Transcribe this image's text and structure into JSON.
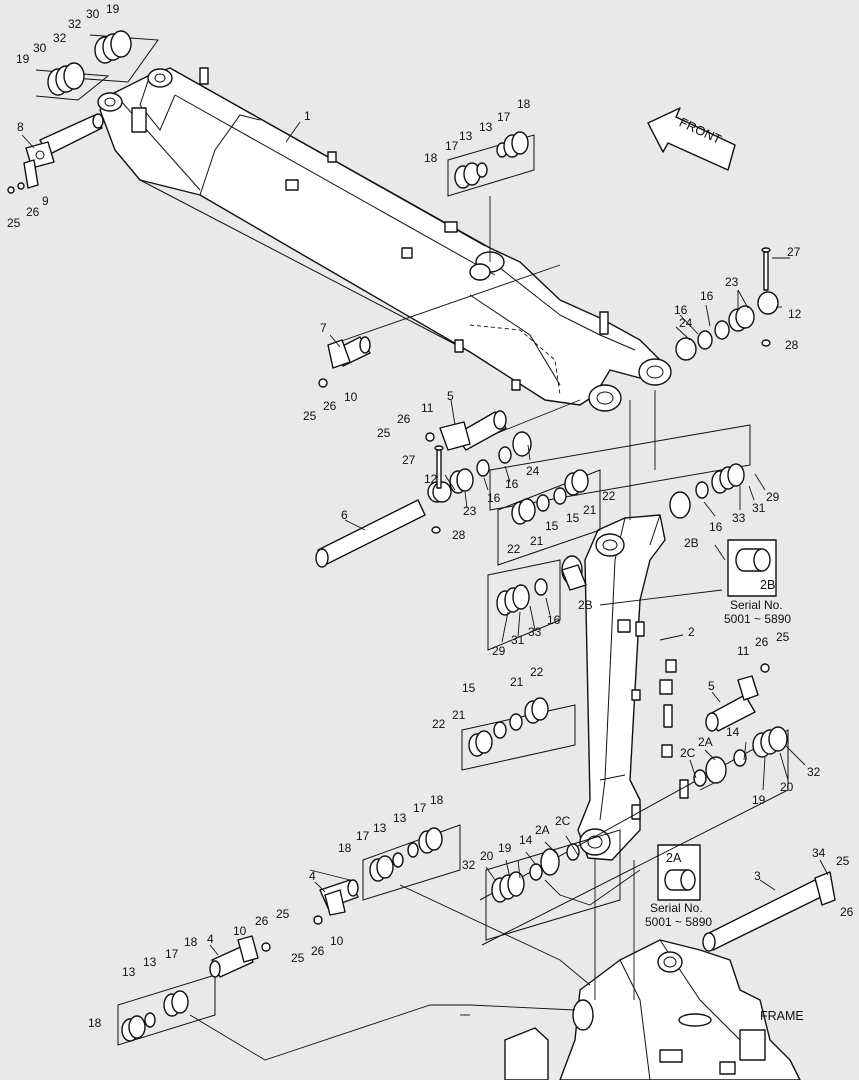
{
  "front_label": "FRONT",
  "frame_label": "FRAME",
  "serial_note": {
    "box_2b": {
      "code": "2B",
      "line1": "Serial No.",
      "line2": "5001 ~ 5890"
    },
    "box_2a": {
      "code": "2A",
      "line1": "Serial No.",
      "line2": "5001 ~ 5890"
    }
  },
  "callouts": {
    "c1": "1",
    "c2": "2",
    "c3": "3",
    "c4": "4",
    "c5a": "5",
    "c5b": "5",
    "c6": "6",
    "c7": "7",
    "c8": "8",
    "c9": "9",
    "c10a": "10",
    "c10b": "10",
    "c10c": "10",
    "c11a": "11",
    "c11b": "11",
    "c12a": "12",
    "c12b": "12",
    "c13a": "13",
    "c13b": "13",
    "c13c": "13",
    "c13d": "13",
    "c13e": "13",
    "c14a": "14",
    "c14b": "14",
    "c15a": "15",
    "c15b": "15",
    "c15c": "15",
    "c16a": "16",
    "c16b": "16",
    "c16c": "16",
    "c16d": "16",
    "c16e": "16",
    "c16f": "16",
    "c17a": "17",
    "c17b": "17",
    "c17c": "17",
    "c17d": "17",
    "c17e": "17",
    "c18a": "18",
    "c18b": "18",
    "c18c": "18",
    "c18d": "18",
    "c18e": "18",
    "c19a": "19",
    "c19b": "19",
    "c19c": "19",
    "c19d": "19",
    "c20a": "20",
    "c20b": "20",
    "c21a": "21",
    "c21b": "21",
    "c21c": "21",
    "c21d": "21",
    "c22a": "22",
    "c22b": "22",
    "c22c": "22",
    "c22d": "22",
    "c23a": "23",
    "c23b": "23",
    "c24a": "24",
    "c24b": "24",
    "c25a": "25",
    "c25b": "25",
    "c25c": "25",
    "c25d": "25",
    "c25e": "25",
    "c25f": "25",
    "c25g": "25",
    "c26a": "26",
    "c26b": "26",
    "c26c": "26",
    "c26d": "26",
    "c26e": "26",
    "c26f": "26",
    "c26g": "26",
    "c27a": "27",
    "c27b": "27",
    "c28a": "28",
    "c28b": "28",
    "c29a": "29",
    "c29b": "29",
    "c30a": "30",
    "c30b": "30",
    "c31a": "31",
    "c31b": "31",
    "c32a": "32",
    "c32b": "32",
    "c32c": "32",
    "c32d": "32",
    "c33a": "33",
    "c33b": "33",
    "c34": "34",
    "c2a1": "2A",
    "c2a2": "2A",
    "c2b1": "2B",
    "c2b2": "2B",
    "c2c1": "2C",
    "c2c2": "2C"
  }
}
